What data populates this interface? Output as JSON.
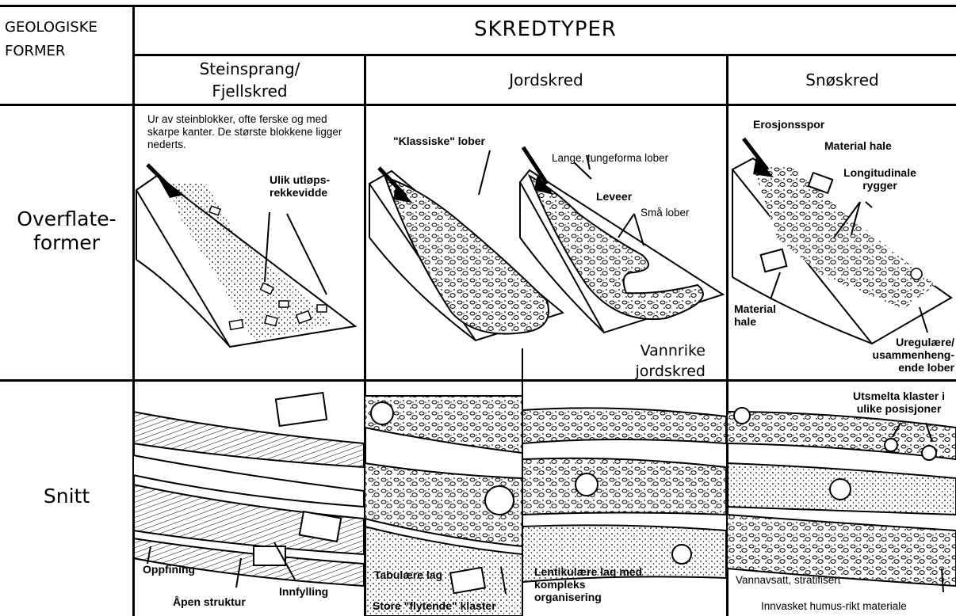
{
  "header": {
    "geo_label": "GEOLOGISKE FORMER",
    "skredtyper": "SKREDTYPER",
    "types": [
      "Steinsprang/ Fjellskred",
      "Jordskred",
      "Snøskred"
    ]
  },
  "rows": {
    "surface": "Overflate- former",
    "section": "Snitt"
  },
  "surface_labels": {
    "stein_desc": "Ur av steinblokker, ofte ferske og med skarpe kanter. De største blokkene ligger nederts.",
    "stein_runout": "Ulik utløps- rekkevidde",
    "klassiske": "\"Klassiske\" lober",
    "lange": "Lange, tungeforma lober",
    "leveer": "Leveer",
    "sma": "Små lober",
    "vannrike": "Vannrike jordskred",
    "erosjon": "Erosjonsspor",
    "mat_hale_top": "Material hale",
    "longitudinale": "Longitudinale rygger",
    "mat_hale_low": "Material hale",
    "uregulaere": "Uregulære/ usammenheng- ende lober"
  },
  "section_labels": {
    "oppfining": "Oppfining",
    "apen": "Åpen struktur",
    "innfylling": "Innfylling",
    "tabulaere": "Tabulære lag",
    "store": "Store \"flytende\" klaster",
    "lentikulaere": "Lentikulære lag med kompleks organisering",
    "utsmelta": "Utsmelta klaster i ulike posisjoner",
    "vannavsatt": "Vannavsatt, stratifisert",
    "innvasket": "Innvasket humus-rikt materiale"
  }
}
